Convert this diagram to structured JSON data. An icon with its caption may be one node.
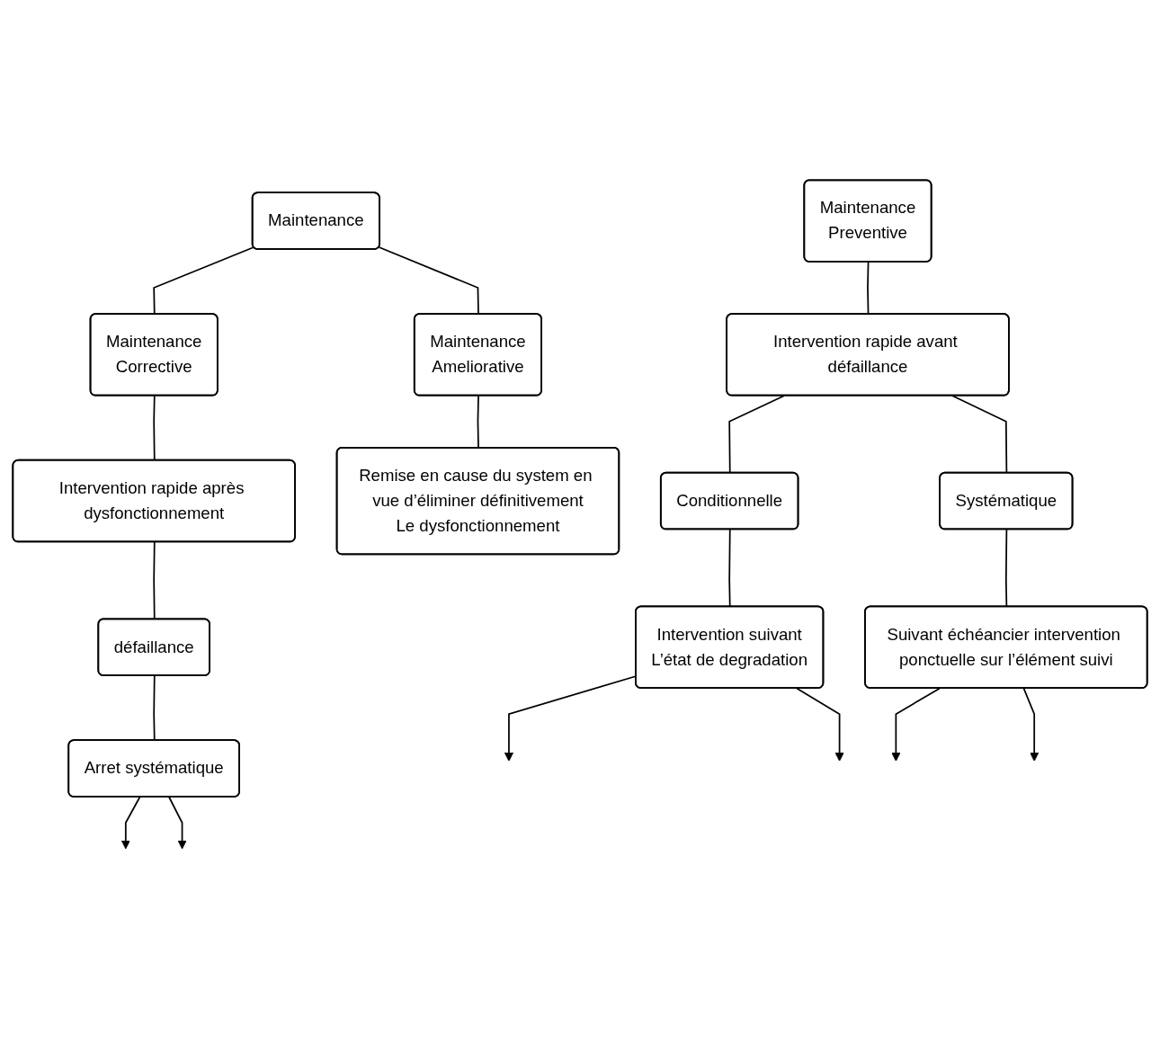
{
  "diagram": {
    "nodes": [
      {
        "text": [
          "Maintenance"
        ]
      },
      {
        "text": [
          "Maintenance",
          "Corrective"
        ]
      },
      {
        "text": [
          "Maintenance",
          "Preventive"
        ]
      },
      {
        "text": [
          "Maintenance",
          "Ameliorative"
        ]
      },
      {
        "text": [
          "Intervention rapide après dysfonctionnement"
        ]
      },
      {
        "text": [
          "Intervention rapide avant défaillance"
        ]
      },
      {
        "text": [
          "Remise en cause du system en vue d’éliminer définitivement",
          "Le dysfonctionnement"
        ]
      },
      {
        "text": [
          "défaillance"
        ]
      },
      {
        "text": [
          "Conditionnelle"
        ]
      },
      {
        "text": [
          "Systématique"
        ]
      },
      {
        "text": [
          "Arret systématique"
        ]
      },
      {
        "text": [
          "Intervention suivant",
          "L’état de degradation"
        ]
      },
      {
        "text": [
          "Suivant échéancier intervention ponctuelle sur l’élément suivi"
        ]
      }
    ],
    "edges": [
      {
        "from": 0,
        "to": 1,
        "arrow": "none"
      },
      {
        "from": 0,
        "to": 3,
        "arrow": "none"
      },
      {
        "from": 1,
        "to": 4,
        "arrow": "none"
      },
      {
        "from": 2,
        "to": 5,
        "arrow": "none"
      },
      {
        "from": 3,
        "to": 6,
        "arrow": "none"
      },
      {
        "from": 4,
        "to": 7,
        "arrow": "none"
      },
      {
        "from": 5,
        "to": 8,
        "arrow": "none"
      },
      {
        "from": 5,
        "to": 9,
        "arrow": "none"
      },
      {
        "from": 7,
        "to": 10,
        "arrow": "none"
      },
      {
        "from": 8,
        "to": 11,
        "arrow": "none"
      },
      {
        "from": 9,
        "to": 12,
        "arrow": "none"
      },
      {
        "from": 10,
        "to": null,
        "arrow": "to"
      },
      {
        "from": 10,
        "to": null,
        "arrow": "to"
      },
      {
        "from": 11,
        "to": null,
        "arrow": "to"
      },
      {
        "from": 11,
        "to": null,
        "arrow": "to"
      },
      {
        "from": 12,
        "to": null,
        "arrow": "to"
      },
      {
        "from": 12,
        "to": null,
        "arrow": "to"
      }
    ]
  }
}
